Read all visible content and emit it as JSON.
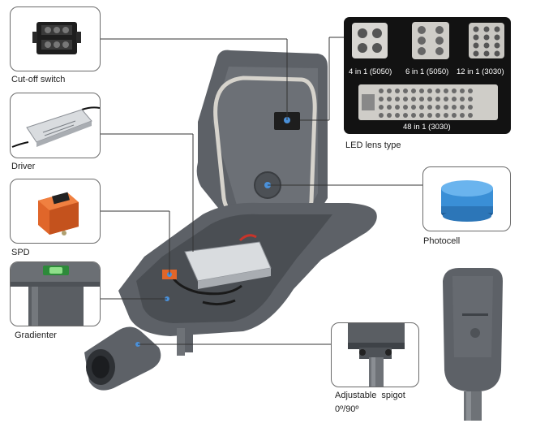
{
  "callouts": {
    "cutoff_switch": "Cut-off switch",
    "driver": "Driver",
    "spd": "SPD",
    "gradienter": "Gradienter",
    "led_lens_type": "LED lens type",
    "photocell": "Photocell",
    "adjustable_spigot_line1": "Adjustable spigot",
    "adjustable_spigot_line2": "0º/90º"
  },
  "lens_options": [
    {
      "label": "4 in 1 (5050)"
    },
    {
      "label": "6 in 1 (5050)"
    },
    {
      "label": "12 in 1 (3030)"
    },
    {
      "label": "48 in 1 (3030)"
    }
  ],
  "colors": {
    "housing": "#5d6167",
    "housing_dark": "#3e4247",
    "leader_line": "#333333",
    "lens_panel_bg": "#121212",
    "photocell_blue": "#3a8fd6",
    "spd_orange": "#e0662a",
    "marker_dot": "#4a90d9"
  }
}
